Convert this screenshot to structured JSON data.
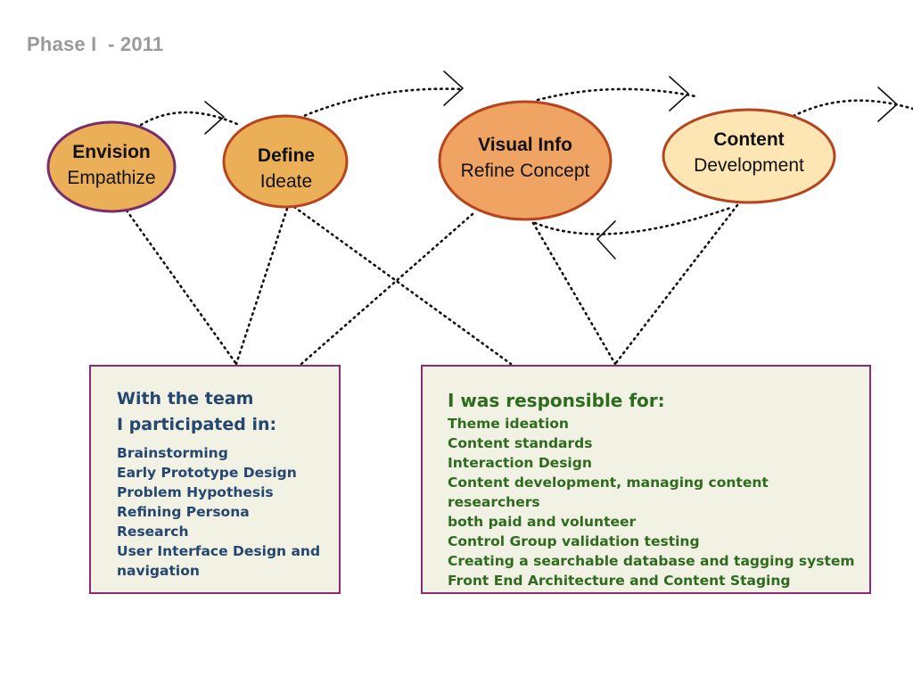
{
  "slide": {
    "title": "Phase I  - 2011"
  },
  "nodes": [
    {
      "title": "Envision",
      "subtitle": "Empathize",
      "fill": "#ebb057",
      "stroke": "#7a2d6a"
    },
    {
      "title": "Define",
      "subtitle": "Ideate",
      "fill": "#ebb057",
      "stroke": "#b8441e"
    },
    {
      "title": "Visual Info",
      "subtitle": "Refine Concept",
      "fill": "#f0a463",
      "stroke": "#b8441e"
    },
    {
      "title": "Content",
      "subtitle": "Development",
      "fill": "#fde6b4",
      "stroke": "#b8441e"
    }
  ],
  "team_box": {
    "heading_line1": "With the team",
    "heading_line2": "I participated in:",
    "items": [
      "Brainstorming",
      "Early Prototype Design",
      "Problem Hypothesis",
      "Refining Persona",
      "Research",
      "User Interface Design and",
      "navigation"
    ],
    "color": "#24466f"
  },
  "responsibility_box": {
    "heading": "I was responsible for:",
    "items": [
      "Theme ideation",
      "Content standards",
      "Interaction Design",
      "Content development, managing content researchers",
      "both paid and volunteer",
      "Control Group validation testing",
      "Creating a searchable database and tagging system",
      "Front End Architecture and Content Staging"
    ],
    "color": "#2f6b1e"
  },
  "colors": {
    "box_fill": "#f1f1e4",
    "box_border": "#8e2a72",
    "title": "#9a9a9a"
  }
}
